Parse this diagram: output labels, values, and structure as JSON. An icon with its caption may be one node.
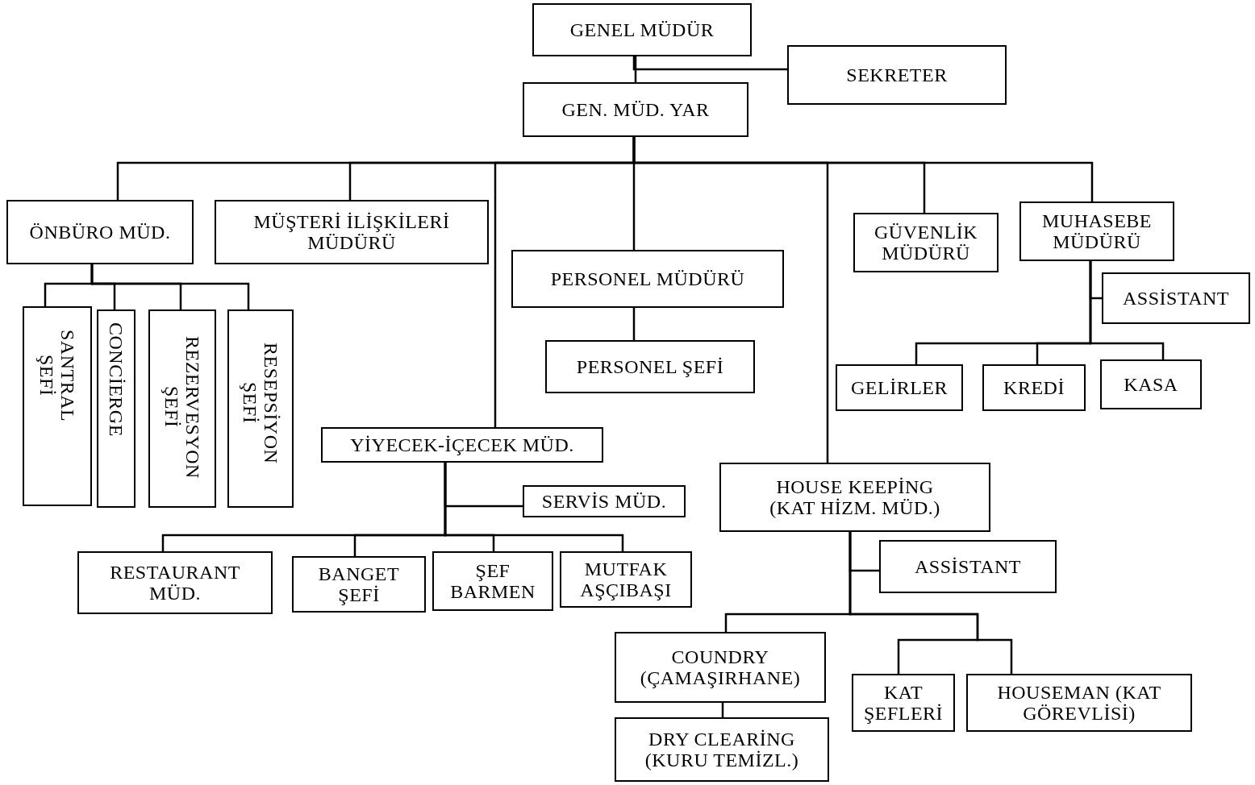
{
  "diagram": {
    "nodes": [
      {
        "text": [
          "GENEL MÜDÜR"
        ]
      },
      {
        "text": [
          "SEKRETER"
        ]
      },
      {
        "text": [
          "GEN. MÜD. YAR"
        ]
      },
      {
        "text": [
          "ÖNBÜRO MÜD."
        ]
      },
      {
        "text": [
          "MÜŞTERİ İLİŞKİLERİ MÜDÜRÜ"
        ]
      },
      {
        "text": [
          "PERSONEL MÜDÜRÜ"
        ]
      },
      {
        "text": [
          "GÜVENLİK MÜDÜRÜ"
        ]
      },
      {
        "text": [
          "MUHASEBE MÜDÜRÜ"
        ]
      },
      {
        "text": [
          "ASSİSTANT"
        ]
      },
      {
        "text": [
          "SANTRAL ŞEFİ"
        ]
      },
      {
        "text": [
          "CONCİERGE"
        ]
      },
      {
        "text": [
          "REZERVESYON ŞEFİ"
        ]
      },
      {
        "text": [
          "RESEPSİYON ŞEFİ"
        ]
      },
      {
        "text": [
          "PERSONEL ŞEFİ"
        ]
      },
      {
        "text": [
          "GELİRLER"
        ]
      },
      {
        "text": [
          "KREDİ"
        ]
      },
      {
        "text": [
          "KASA"
        ]
      },
      {
        "text": [
          "YİYECEK-İÇECEK MÜD."
        ]
      },
      {
        "text": [
          "HOUSE KEEPİNG (KAT HİZM. MÜD.)"
        ]
      },
      {
        "text": [
          "SERVİS MÜD."
        ]
      },
      {
        "text": [
          "RESTAURANT MÜD."
        ]
      },
      {
        "text": [
          "BANGET ŞEFİ"
        ]
      },
      {
        "text": [
          "ŞEF BARMEN"
        ]
      },
      {
        "text": [
          "MUTFAK AŞÇIBAŞI"
        ]
      },
      {
        "text": [
          "ASSİSTANT"
        ]
      },
      {
        "text": [
          "COUNDRY (ÇAMAŞIRHANE)"
        ]
      },
      {
        "text": [
          "KAT ŞEFLERİ"
        ]
      },
      {
        "text": [
          "HOUSEMAN (KAT GÖREVLİSİ)"
        ]
      },
      {
        "text": [
          "DRY CLEARİNG (KURU TEMİZL.)"
        ]
      }
    ],
    "edges": [
      {
        "from": 0,
        "to": 1,
        "arrow": "none"
      },
      {
        "from": 0,
        "to": 2,
        "arrow": "none"
      },
      {
        "from": 2,
        "to": 3,
        "arrow": "none"
      },
      {
        "from": 2,
        "to": 4,
        "arrow": "none"
      },
      {
        "from": 2,
        "to": 17,
        "arrow": "none"
      },
      {
        "from": 2,
        "to": 5,
        "arrow": "none"
      },
      {
        "from": 2,
        "to": 18,
        "arrow": "none"
      },
      {
        "from": 2,
        "to": 6,
        "arrow": "none"
      },
      {
        "from": 2,
        "to": 7,
        "arrow": "none"
      },
      {
        "from": 3,
        "to": 9,
        "arrow": "none"
      },
      {
        "from": 3,
        "to": 10,
        "arrow": "none"
      },
      {
        "from": 3,
        "to": 11,
        "arrow": "none"
      },
      {
        "from": 3,
        "to": 12,
        "arrow": "none"
      },
      {
        "from": 5,
        "to": 13,
        "arrow": "none"
      },
      {
        "from": 7,
        "to": 8,
        "arrow": "none"
      },
      {
        "from": 7,
        "to": 14,
        "arrow": "none"
      },
      {
        "from": 7,
        "to": 15,
        "arrow": "none"
      },
      {
        "from": 7,
        "to": 16,
        "arrow": "none"
      },
      {
        "from": 17,
        "to": 19,
        "arrow": "none"
      },
      {
        "from": 17,
        "to": 20,
        "arrow": "none"
      },
      {
        "from": 17,
        "to": 21,
        "arrow": "none"
      },
      {
        "from": 17,
        "to": 22,
        "arrow": "none"
      },
      {
        "from": 17,
        "to": 23,
        "arrow": "none"
      },
      {
        "from": 18,
        "to": 24,
        "arrow": "none"
      },
      {
        "from": 18,
        "to": 25,
        "arrow": "none"
      },
      {
        "from": 18,
        "to": 26,
        "arrow": "none"
      },
      {
        "from": 18,
        "to": 27,
        "arrow": "none"
      },
      {
        "from": 25,
        "to": 28,
        "arrow": "none"
      }
    ]
  }
}
